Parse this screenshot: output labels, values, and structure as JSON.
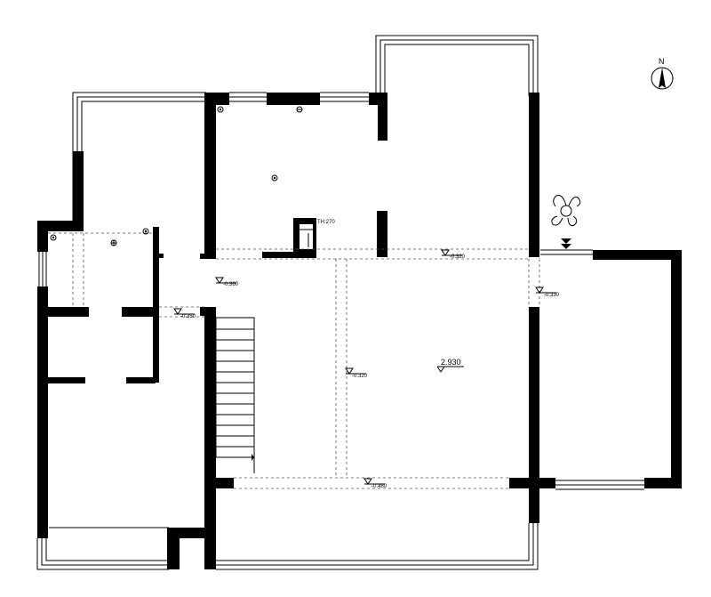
{
  "compass": {
    "label": "N"
  },
  "levels": {
    "main_room": "2.930",
    "upper_corridor": "-0.320",
    "right_entry": "-0.330",
    "stair_top": "-0.360",
    "left_corridor": "-0.350",
    "central_divider": "-0.320",
    "lower_corridor": "-0.480"
  },
  "fixture": {
    "label": "TH:270"
  }
}
